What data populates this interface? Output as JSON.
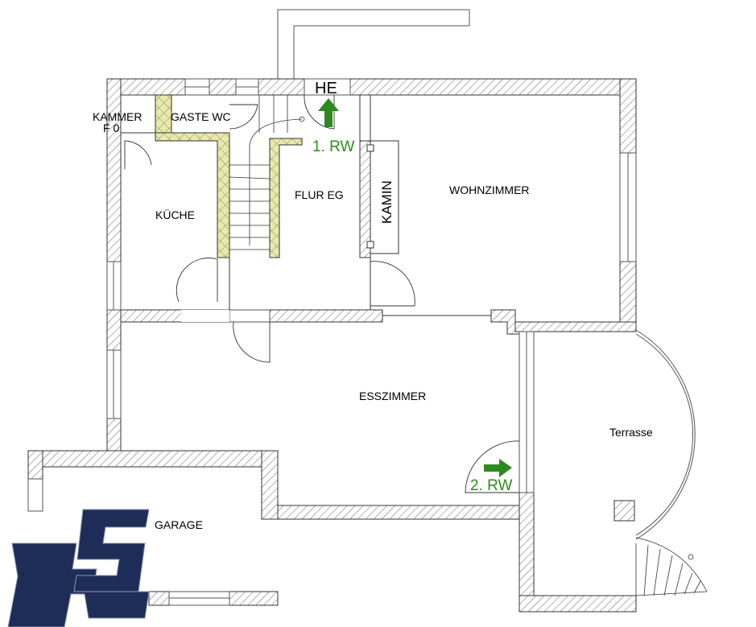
{
  "plan": {
    "rooms": {
      "kammer": "KAMMER",
      "kammer_sub": "F 0",
      "gaeste_wc": "GASTE WC",
      "kueche": "KÜCHE",
      "flur": "FLUR EG",
      "kamin": "KAMIN",
      "wohnzimmer": "WOHNZIMMER",
      "esszimmer": "ESSZIMMER",
      "terrasse": "Terrasse",
      "garage": "GARAGE"
    },
    "entrance_label": "HE",
    "escape_routes": [
      "1. RW",
      "2. RW"
    ],
    "colors": {
      "wall": "#000000",
      "wall_hatch": "#555555",
      "stair_wall": "#e8eaa8",
      "escape_green": "#2e8a1e",
      "logo": "#1d2d57"
    }
  },
  "logo": {
    "text": "FS"
  }
}
